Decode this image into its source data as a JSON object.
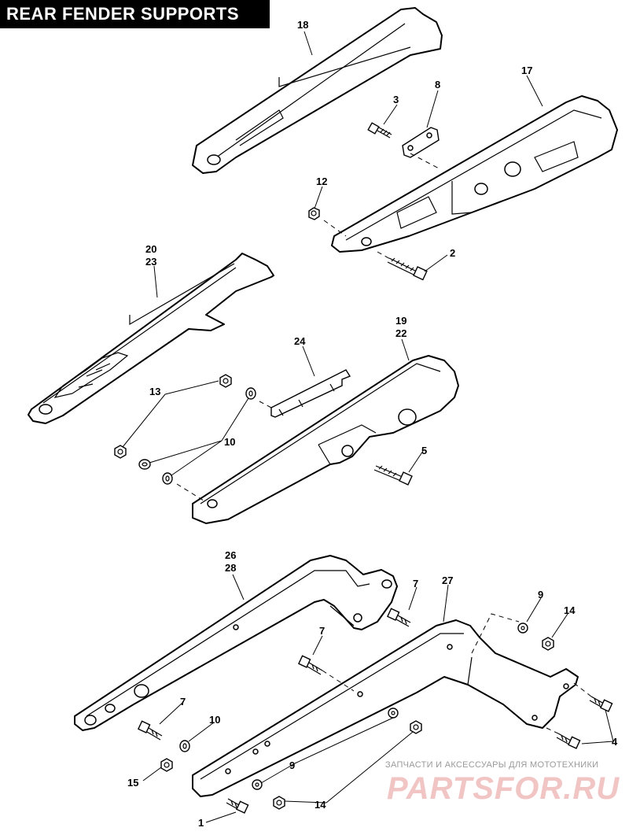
{
  "title": "REAR FENDER SUPPORTS",
  "callouts": {
    "c18": "18",
    "c17": "17",
    "c3": "3",
    "c8": "8",
    "c12": "12",
    "c2": "2",
    "c20": "20",
    "c23": "23",
    "c19": "19",
    "c22": "22",
    "c24": "24",
    "c13": "13",
    "c10a": "10",
    "c5": "5",
    "c26": "26",
    "c28": "28",
    "c7a": "7",
    "c27": "27",
    "c9a": "9",
    "c14a": "14",
    "c7b": "7",
    "c7c": "7",
    "c10b": "10",
    "c4": "4",
    "c15": "15",
    "c9b": "9",
    "c14b": "14",
    "c1": "1"
  },
  "watermark": {
    "tagline": "ЗАПЧАСТИ И АКСЕССУАРЫ ДЛЯ МОТОТЕХНИКИ",
    "brand": "PARTSFOR.RU"
  },
  "colors": {
    "title_bg": "#000000",
    "title_text": "#ffffff",
    "line": "#000000",
    "watermark_brand": "#f2c5c5",
    "watermark_tagline": "#9a9a9a"
  }
}
